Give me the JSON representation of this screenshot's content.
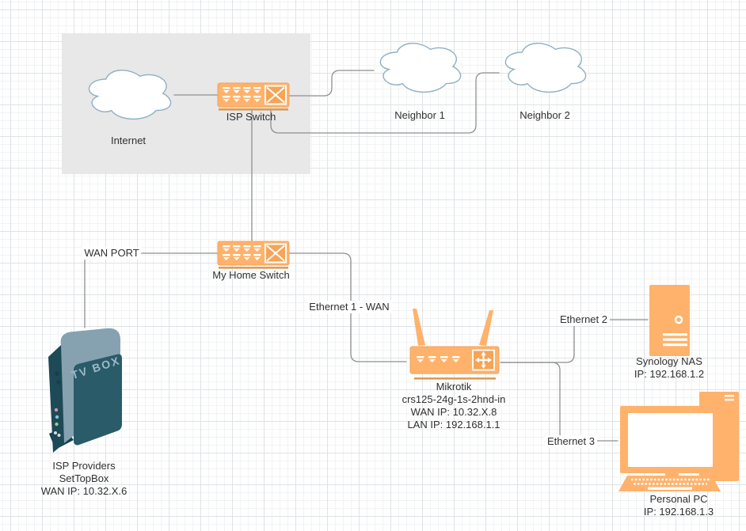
{
  "nodes": {
    "internet": {
      "label": "Internet"
    },
    "isp_switch": {
      "label": "ISP Switch"
    },
    "neighbor1": {
      "label": "Neighbor 1"
    },
    "neighbor2": {
      "label": "Neighbor 2"
    },
    "home_switch": {
      "label": "My Home Switch"
    },
    "settopbox": {
      "device_text": "TV BOX",
      "lines": [
        "ISP Providers",
        "SetTopBox",
        "WAN IP: 10.32.X.6"
      ]
    },
    "mikrotik": {
      "lines": [
        "Mikrotik",
        "crs125-24g-1s-2hnd-in",
        "WAN IP: 10.32.X.8",
        "LAN IP: 192.168.1.1"
      ]
    },
    "nas": {
      "lines": [
        "Synology NAS",
        "IP: 192.168.1.2"
      ]
    },
    "pc": {
      "lines": [
        "Personal PC",
        "IP: 192.168.1.3"
      ]
    }
  },
  "edges": {
    "wan_port": {
      "label": "WAN PORT"
    },
    "ethernet1": {
      "label": "Ethernet 1 - WAN"
    },
    "ethernet2": {
      "label": "Ethernet 2"
    },
    "ethernet3": {
      "label": "Ethernet 3"
    }
  },
  "colors": {
    "device_fill": "#FFB26B",
    "device_detail": "#FFFFFF",
    "device_underline": "#DC9C55",
    "cloud_stroke": "#8FAFC2",
    "edge_stroke": "#8F8F8F",
    "zone_fill": "#E8E8E8",
    "settopbox_front": "#1E4956",
    "settopbox_side": "#86A2B0",
    "settopbox_panel": "#2A5B69",
    "text": "#303030"
  }
}
